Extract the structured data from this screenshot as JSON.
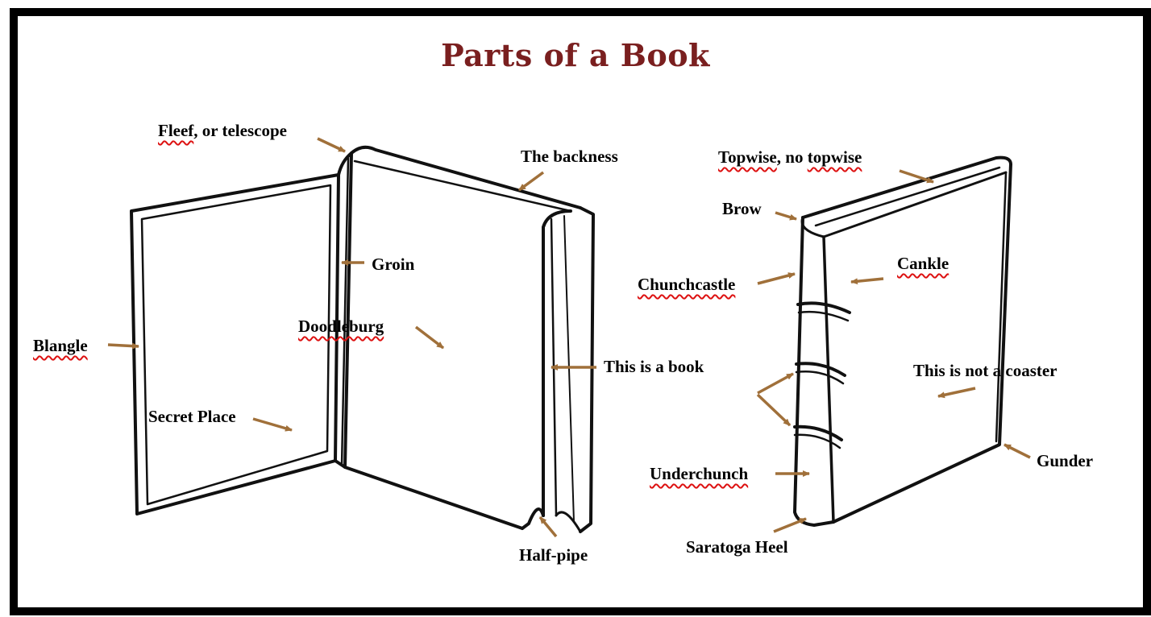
{
  "title": "Parts of a Book",
  "colors": {
    "title": "#7a1f1f",
    "arrow": "#a0703a",
    "line": "#111111",
    "spellcheck": "#dd1111"
  },
  "labels": {
    "fleef": {
      "word": "Fleef",
      "rest": ", or telescope"
    },
    "backness": "The backness",
    "groin": "Groin",
    "doodleburg": "Doodleburg",
    "blangle": "Blangle",
    "this_is_a_book": "This is a book",
    "secret_place": "Secret Place",
    "half_pipe": "Half-pipe",
    "topwise": {
      "word1": "Topwise",
      "mid": ", no ",
      "word2": "topwise"
    },
    "brow": "Brow",
    "chunchcastle": "Chunchcastle",
    "cankle": "Cankle",
    "this_is_not_a_coaster": "This is not a coaster",
    "underchunch": "Underchunch",
    "gunder": "Gunder",
    "saratoga_heel": "Saratoga Heel"
  }
}
